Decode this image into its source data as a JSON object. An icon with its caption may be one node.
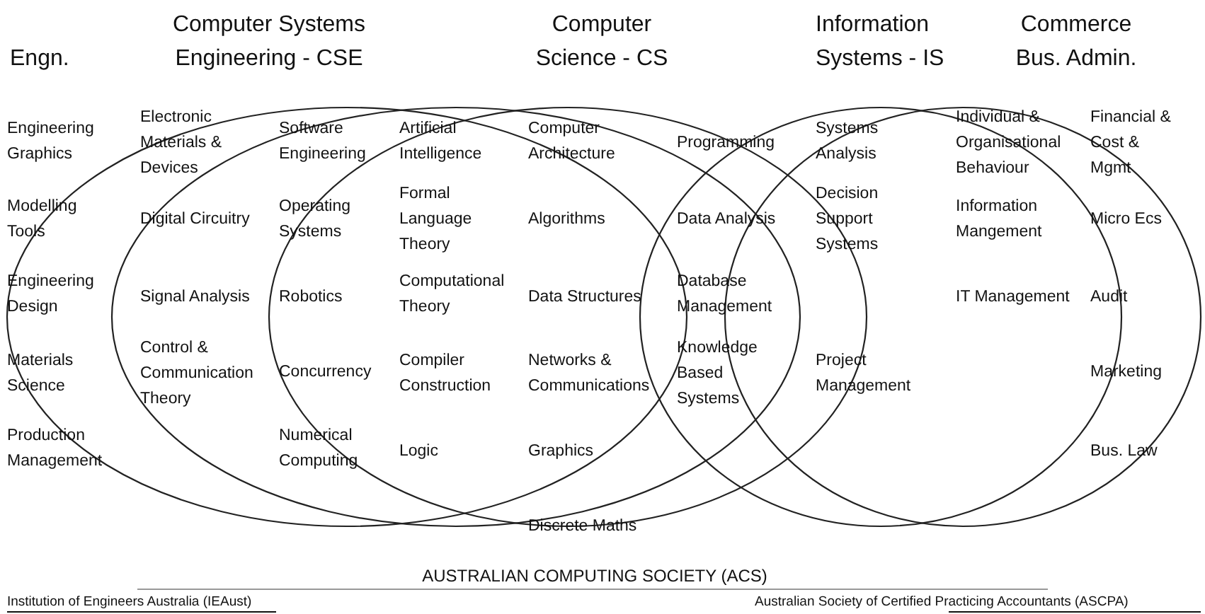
{
  "diagram": {
    "nodes": [
      {
        "text": [
          "Engn."
        ]
      },
      {
        "text": [
          "Computer Systems Engineering - CSE"
        ]
      },
      {
        "text": [
          "Computer Science - CS"
        ]
      },
      {
        "text": [
          "Information Systems - IS"
        ]
      },
      {
        "text": [
          "Commerce Bus. Admin."
        ]
      }
    ],
    "labels": [
      "Engineering Graphics",
      "Electronic Materials & Devices",
      "Software Engineering",
      "Artificial Intelligence",
      "Computer Architecture",
      "Programming",
      "Systems Analysis",
      "Individual & Organisational Behaviour",
      "Financial & Cost & Mgmt",
      "Modelling Tools",
      "Digital Circuitry",
      "Operating Systems",
      "Formal Language Theory",
      "Algorithms",
      "Data Analysis",
      "Decision Support Systems",
      "Information Mangement",
      "Micro Ecs",
      "Engineering Design",
      "Signal Analysis",
      "Robotics",
      "Computational Theory",
      "Data Structures",
      "Database Management",
      "IT Management",
      "Audit",
      "Materials Science",
      "Control & Communication Theory",
      "Concurrency",
      "Compiler Construction",
      "Networks & Communications",
      "Knowledge Based Systems",
      "Project Management",
      "Marketing",
      "Production Management",
      "Numerical Computing",
      "Logic",
      "Graphics",
      "Bus. Law",
      "Discrete Maths",
      "AUSTRALIAN COMPUTING SOCIETY (ACS)",
      "Institution of Engineers Australia (IEAust)",
      "Australian Society of Certified Practicing Accountants (ASCPA)"
    ]
  }
}
